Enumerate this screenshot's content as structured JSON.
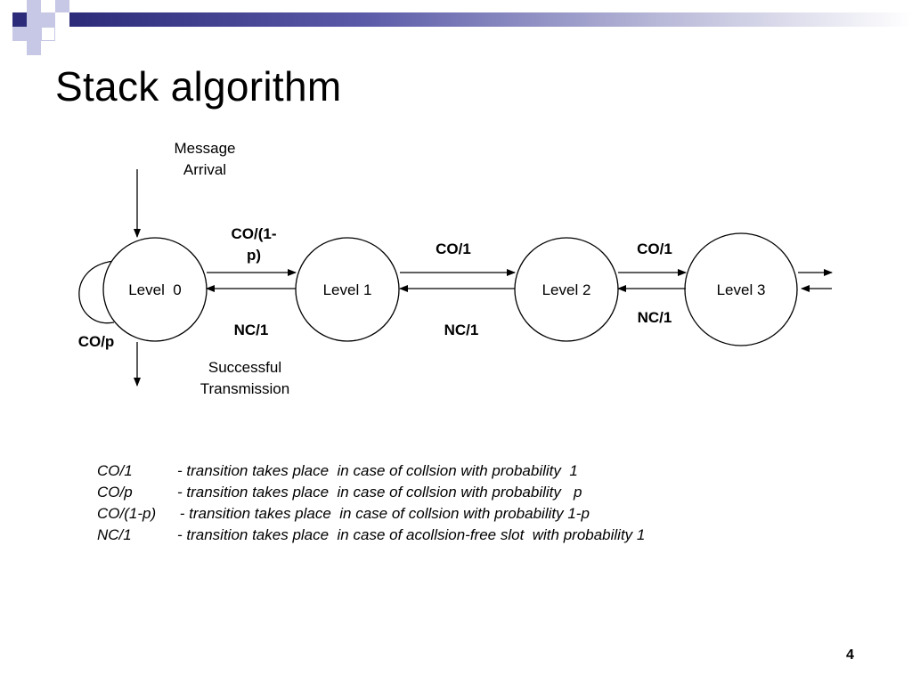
{
  "slide": {
    "title": "Stack algorithm",
    "page_number": "4",
    "accent_color": "#2b2b7a",
    "decor_color": "#c7c7e6"
  },
  "diagram": {
    "levels": [
      "Level  0",
      "Level 1",
      "Level 2",
      "Level 3"
    ],
    "message_arrival": [
      "Message",
      "Arrival"
    ],
    "successful_transmission": [
      "Successful",
      "Transmission"
    ],
    "self_loop_label": "CO/p",
    "edges": {
      "l0_to_l1": [
        "CO/(1-",
        "p)"
      ],
      "l1_to_l0": "NC/1",
      "l1_to_l2": "CO/1",
      "l2_to_l1": "NC/1",
      "l2_to_l3": "CO/1",
      "l3_to_l2": "NC/1"
    }
  },
  "legend": [
    {
      "key": "CO/1",
      "text": "- transition takes place  in case of collsion with probability  1"
    },
    {
      "key": "CO/p",
      "text": "- transition takes place  in case of collsion with probability   p"
    },
    {
      "key": "CO/(1-p)",
      "text": " - transition takes place  in case of collsion with probability 1-p"
    },
    {
      "key": "NC/1",
      "text": "- transition takes place  in case of acollsion-free slot  with probability 1"
    }
  ]
}
